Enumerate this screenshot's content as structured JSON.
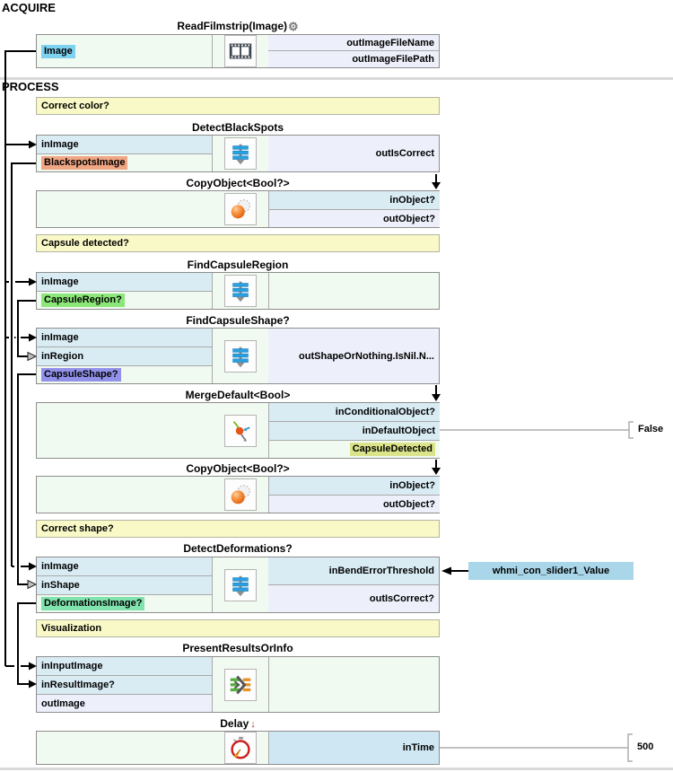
{
  "sections": {
    "acquire": "ACQUIRE",
    "process": "PROCESS"
  },
  "blocks": {
    "readFilmstrip": {
      "title": "ReadFilmstrip(Image)",
      "gear_icon": "gear-icon",
      "output_chip": "Image",
      "right_rows": [
        "outImageFileName",
        "outImageFilePath"
      ],
      "icon": "filmstrip-icon"
    },
    "correctColor": {
      "text": "Correct color?"
    },
    "detectBlackSpots": {
      "title": "DetectBlackSpots",
      "rows": [
        "inImage"
      ],
      "output_chip": "BlackspotsImage",
      "right_text": "outIsCorrect",
      "icon": "macrofilter-icon"
    },
    "copyObject1": {
      "title": "CopyObject<Bool?>",
      "right_rows": [
        "inObject?",
        "outObject?"
      ],
      "icon": "copy-object-icon"
    },
    "capsuleDetectedComment": {
      "text": "Capsule detected?"
    },
    "findCapsuleRegion": {
      "title": "FindCapsuleRegion",
      "rows": [
        "inImage"
      ],
      "output_chip": "CapsuleRegion?",
      "icon": "macrofilter-icon"
    },
    "findCapsuleShape": {
      "title": "FindCapsuleShape?",
      "rows": [
        "inImage",
        "inRegion"
      ],
      "output_chip": "CapsuleShape?",
      "right_text": "outShapeOrNothing.IsNil.N...",
      "icon": "macrofilter-icon"
    },
    "mergeDefault": {
      "title": "MergeDefault<Bool>",
      "right_rows": [
        "inConditionalObject?",
        "inDefaultObject"
      ],
      "right_chip": "CapsuleDetected",
      "const_label": "False",
      "icon": "merge-default-icon"
    },
    "copyObject2": {
      "title": "CopyObject<Bool?>",
      "right_rows": [
        "inObject?",
        "outObject?"
      ],
      "icon": "copy-object-icon"
    },
    "correctShape": {
      "text": "Correct shape?"
    },
    "detectDeformations": {
      "title": "DetectDeformations?",
      "rows": [
        "inImage",
        "inShape"
      ],
      "output_chip": "DeformationsImage?",
      "right_rows": [
        "inBendErrorThreshold",
        "outIsCorrect?"
      ],
      "source_chip": "whmi_con_slider1_Value",
      "icon": "macrofilter-icon"
    },
    "visualization": {
      "text": "Visualization"
    },
    "presentResults": {
      "title": "PresentResultsOrInfo",
      "rows": [
        "inInputImage",
        "inResultImage?",
        "outImage"
      ],
      "icon": "present-results-icon"
    },
    "delay": {
      "title": "Delay",
      "collapse_arrow": "↓",
      "right_text": "inTime",
      "const_label": "500",
      "icon": "stopwatch-icon"
    }
  },
  "colors": {
    "chip_image": "#7ed2ef",
    "chip_blackspots": "#f0a583",
    "chip_capsule_region": "#8ce779",
    "chip_capsule_shape": "#9191ea",
    "chip_capsule_detected": "#dbe48b",
    "chip_deformations": "#80e2ad",
    "chip_slider": "#a9d6e8",
    "row_input": "#d9ecf4",
    "row_output": "#edf0fa",
    "row_pale": "#f1faf1",
    "comment_bg": "#f9f9c8",
    "delay_in_row": "#cfe7f2"
  }
}
